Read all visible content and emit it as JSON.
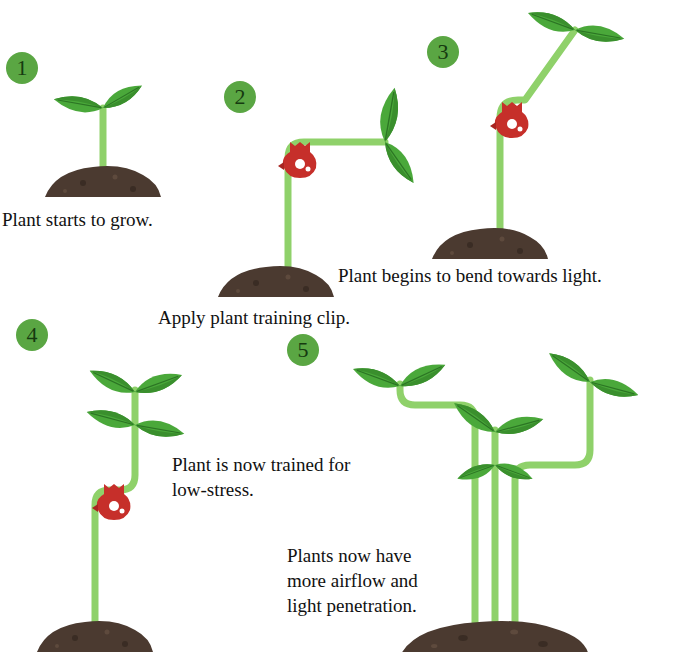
{
  "diagram": {
    "nodes": [
      {
        "text": [
          "1"
        ]
      },
      {
        "text": [
          "2"
        ]
      },
      {
        "text": [
          "3"
        ]
      },
      {
        "text": [
          "4"
        ]
      },
      {
        "text": [
          "5"
        ]
      }
    ],
    "labels": [
      "Plant starts to grow.",
      "Plant begins to bend towards light.",
      "Apply plant training clip.",
      "Plant is now trained for low-stress.",
      "Plants now have more airflow and light penetration."
    ]
  }
}
